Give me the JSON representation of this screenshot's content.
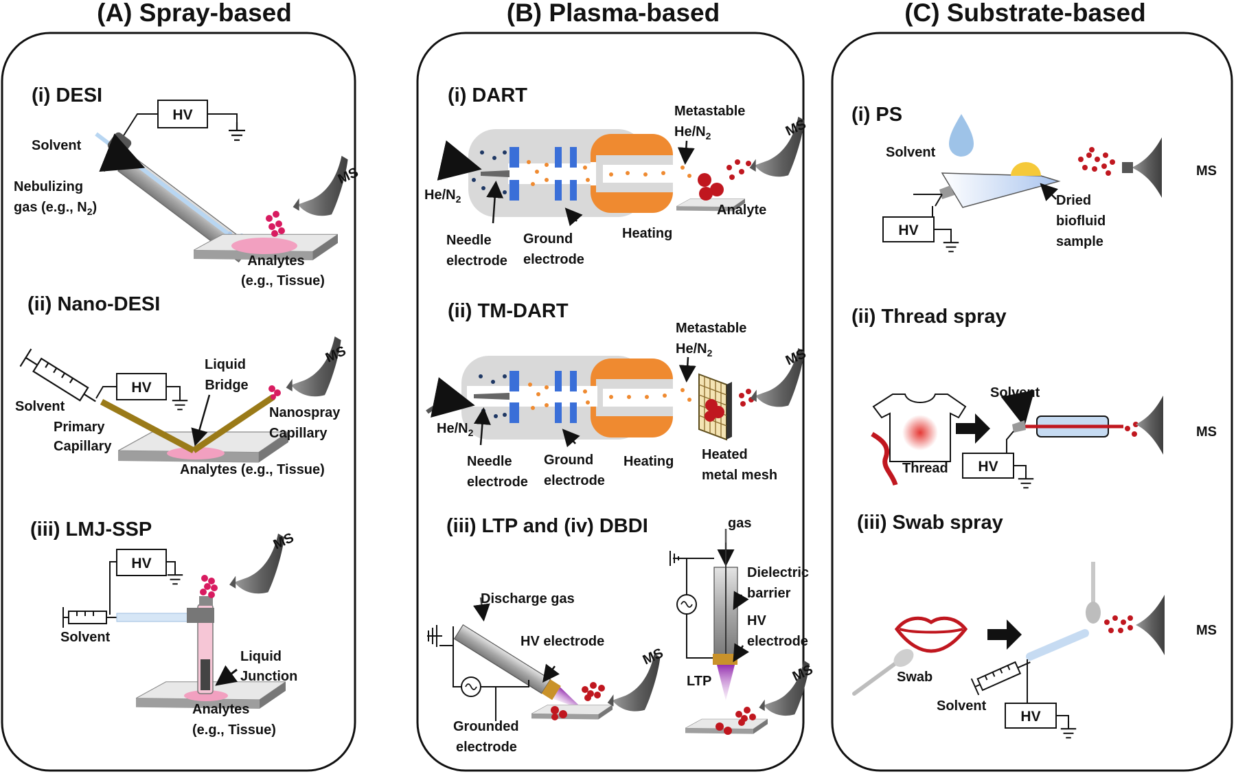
{
  "colors": {
    "panel_border": "#111111",
    "funnel": "#6b6b6b",
    "tissue": "#f2a0c0",
    "ion_pink": "#d81b60",
    "ion_red": "#c0171f",
    "electrode": "#3a6fd8",
    "heater": "#ef8a30",
    "chamber": "#d9d9d9",
    "capillary": "#9a7a18",
    "plasma": "#8e24aa",
    "thread_red": "#c0171f"
  },
  "icons": [
    "funnel-icon",
    "syringe-icon",
    "ground-icon",
    "ac-source-icon",
    "droplet-icon",
    "tshirt-icon",
    "lips-icon",
    "swab-icon",
    "arrow-right-icon"
  ],
  "panels": {
    "a": {
      "title": "(A) Spray-based",
      "desi": {
        "title": "(i) DESI",
        "hv": "HV",
        "solvent": "Solvent",
        "gas1": "Nebulizing",
        "gas2": "gas (e.g., N",
        "gas_sub": "2",
        "gas_end": ")",
        "ms": "MS",
        "analyte1": "Analytes",
        "analyte2": "(e.g., Tissue)"
      },
      "nano": {
        "title": "(ii) Nano-DESI",
        "hv": "HV",
        "solvent": "Solvent",
        "primary1": "Primary",
        "primary2": "Capillary",
        "bridge1": "Liquid",
        "bridge2": "Bridge",
        "nano1": "Nanospray",
        "nano2": "Capillary",
        "ms": "MS",
        "analytes": "Analytes (e.g., Tissue)"
      },
      "lmj": {
        "title": "(iii) LMJ-SSP",
        "hv": "HV",
        "solvent": "Solvent",
        "ms": "MS",
        "junction1": "Liquid",
        "junction2": "Junction",
        "analyte1": "Analytes",
        "analyte2": "(e.g., Tissue)"
      }
    },
    "b": {
      "title": "(B) Plasma-based",
      "dart": {
        "title": "(i) DART",
        "meta1": "Metastable",
        "meta2": "He/N",
        "meta_sub": "2",
        "ms": "MS",
        "gas": "He/N",
        "gas_sub": "2",
        "needle1": "Needle",
        "needle2": "electrode",
        "ground1": "Ground",
        "ground2": "electrode",
        "heating": "Heating",
        "analyte": "Analyte"
      },
      "tm": {
        "title": "(ii) TM-DART",
        "meta1": "Metastable",
        "meta2": "He/N",
        "meta_sub": "2",
        "ms": "MS",
        "gas": "He/N",
        "gas_sub": "2",
        "needle1": "Needle",
        "needle2": "electrode",
        "ground1": "Ground",
        "ground2": "electrode",
        "heating": "Heating",
        "mesh1": "Heated",
        "mesh2": "metal mesh"
      },
      "ltp": {
        "title": "(iii) LTP and (iv) DBDI",
        "discharge": "Discharge gas",
        "hv_electrode": "HV electrode",
        "grounded1": "Grounded",
        "grounded2": "electrode",
        "ms": "MS",
        "gas": "gas",
        "dielectric1": "Dielectric",
        "dielectric2": "barrier",
        "hv1": "HV",
        "hv2": "electrode",
        "ltp": "LTP",
        "ms2": "MS"
      }
    },
    "c": {
      "title": "(C) Substrate-based",
      "ps": {
        "title": "(i) PS",
        "solvent": "Solvent",
        "hv": "HV",
        "ms": "MS",
        "dried1": "Dried",
        "dried2": "biofluid",
        "dried3": "sample"
      },
      "thread": {
        "title": "(ii) Thread spray",
        "solvent": "Solvent",
        "thread": "Thread",
        "hv": "HV",
        "ms": "MS"
      },
      "swab": {
        "title": "(iii) Swab spray",
        "swab": "Swab",
        "solvent": "Solvent",
        "hv": "HV",
        "ms": "MS"
      }
    }
  }
}
